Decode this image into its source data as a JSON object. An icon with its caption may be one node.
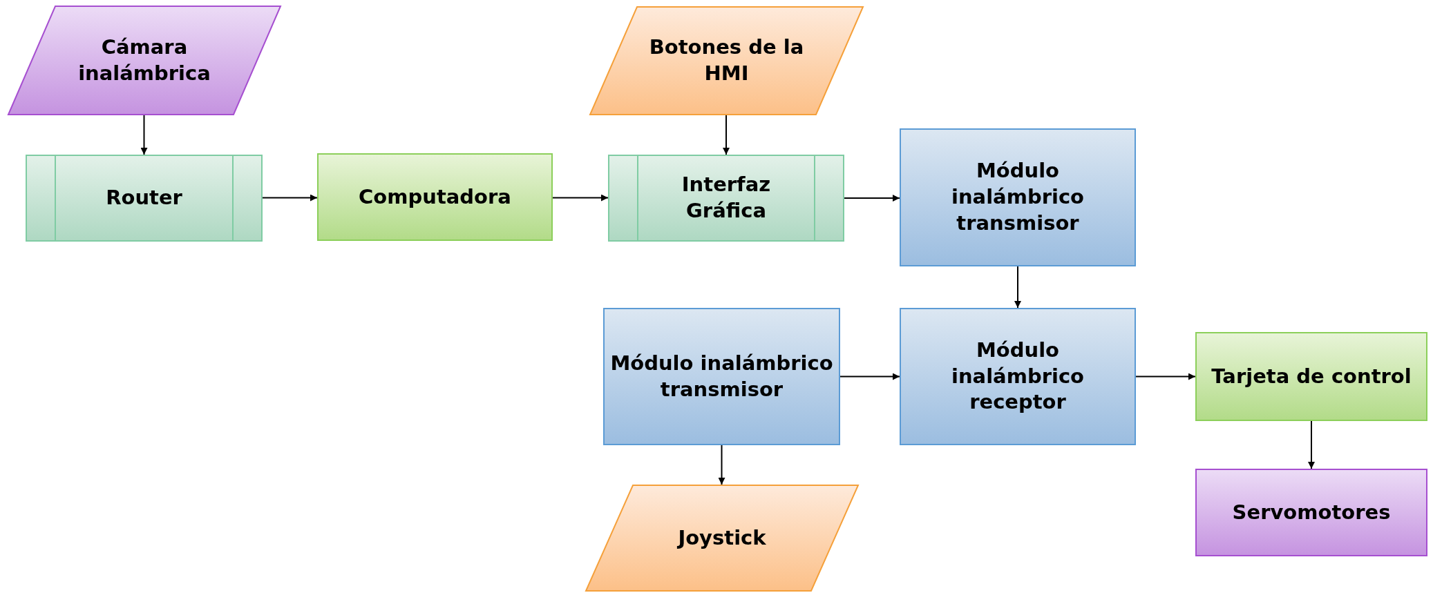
{
  "diagram": {
    "nodes": [
      {
        "text": [
          "Cámara inalámbrica"
        ]
      },
      {
        "text": [
          "Router"
        ]
      },
      {
        "text": [
          "Computadora"
        ]
      },
      {
        "text": [
          "Botones de la HMI"
        ]
      },
      {
        "text": [
          "Interfaz Gráfica"
        ]
      },
      {
        "text": [
          "Módulo inalámbrico transmisor"
        ]
      },
      {
        "text": [
          "Módulo inalámbrico transmisor"
        ]
      },
      {
        "text": [
          "Módulo inalámbrico receptor"
        ]
      },
      {
        "text": [
          "Tarjeta de control"
        ]
      },
      {
        "text": [
          "Joystick"
        ]
      },
      {
        "text": [
          "Servomotores"
        ]
      }
    ],
    "edges": [
      {
        "from": 0,
        "to": 1,
        "arrow": "to"
      },
      {
        "from": 1,
        "to": 2,
        "arrow": "to"
      },
      {
        "from": 2,
        "to": 4,
        "arrow": "to"
      },
      {
        "from": 3,
        "to": 4,
        "arrow": "to"
      },
      {
        "from": 4,
        "to": 5,
        "arrow": "to"
      },
      {
        "from": 5,
        "to": 7,
        "arrow": "to"
      },
      {
        "from": 6,
        "to": 7,
        "arrow": "to"
      },
      {
        "from": 7,
        "to": 8,
        "arrow": "to"
      },
      {
        "from": 6,
        "to": 9,
        "arrow": "to"
      },
      {
        "from": 8,
        "to": 10,
        "arrow": "to"
      }
    ]
  }
}
